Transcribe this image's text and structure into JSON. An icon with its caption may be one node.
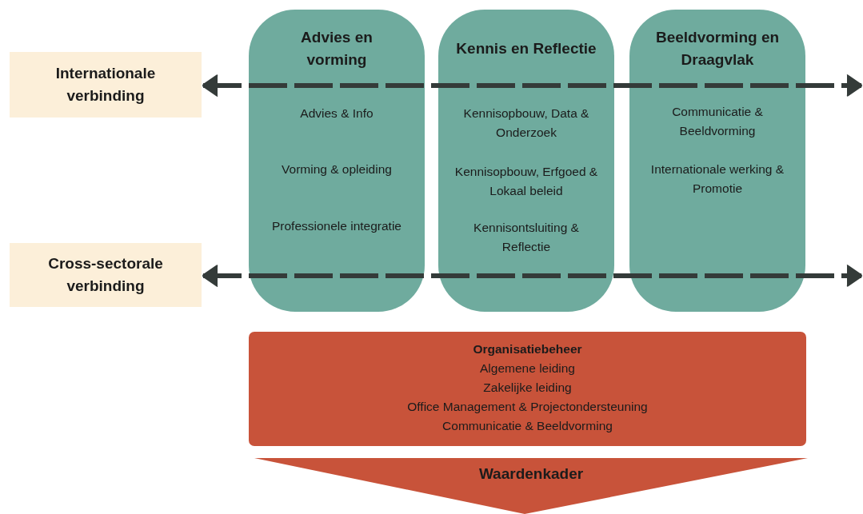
{
  "diagram": {
    "nodes": [
      {
        "text": [
          "Internationale verbinding"
        ]
      },
      {
        "text": [
          "Cross-sectorale verbinding"
        ]
      },
      {
        "text": [
          "Advies en vorming",
          "Advies & Info",
          "Vorming & opleiding",
          "Professionele integratie"
        ]
      },
      {
        "text": [
          "Kennis en Reflectie",
          "Kennisopbouw, Data & Onderzoek",
          "Kennisopbouw, Erfgoed & Lokaal beleid",
          "Kennisontsluiting & Reflectie"
        ]
      },
      {
        "text": [
          "Beeldvorming en Draagvlak",
          "Communicatie & Beeldvorming",
          "Internationale werking & Promotie"
        ]
      },
      {
        "text": [
          "Organisatiebeheer",
          "Algemene leiding",
          "Zakelijke leiding",
          "Office Management & Projectondersteuning",
          "Communicatie & Beeldvorming"
        ]
      },
      {
        "text": [
          "Waardenkader"
        ]
      }
    ],
    "edges": [
      {
        "from": 0,
        "to": null,
        "arrow": "both",
        "style": "dashed"
      },
      {
        "from": 1,
        "to": null,
        "arrow": "both",
        "style": "dashed"
      }
    ]
  }
}
